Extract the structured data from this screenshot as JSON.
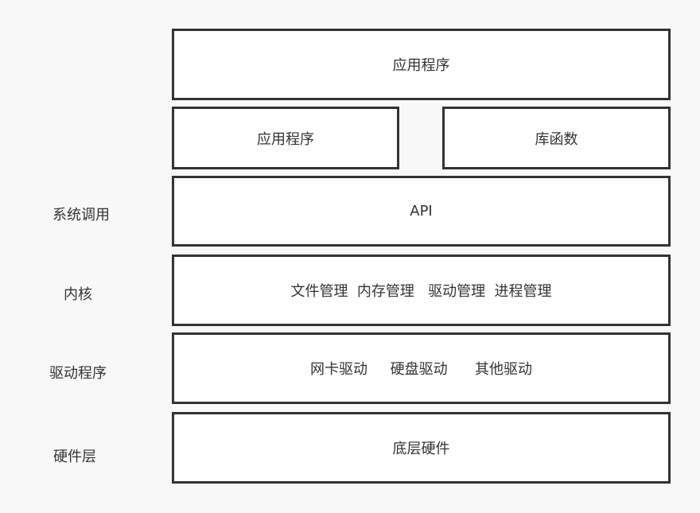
{
  "layers": {
    "top_app": "应用程序",
    "app_left": "应用程序",
    "lib_right": "库函数",
    "api": "API",
    "kernel": "文件管理  内存管理   驱动管理  进程管理",
    "drivers": "网卡驱动     硬盘驱动      其他驱动",
    "hardware": "底层硬件"
  },
  "side_labels": {
    "syscall": "系统调用",
    "kernel": "内核",
    "driver": "驱动程序",
    "hardware": "硬件层"
  }
}
